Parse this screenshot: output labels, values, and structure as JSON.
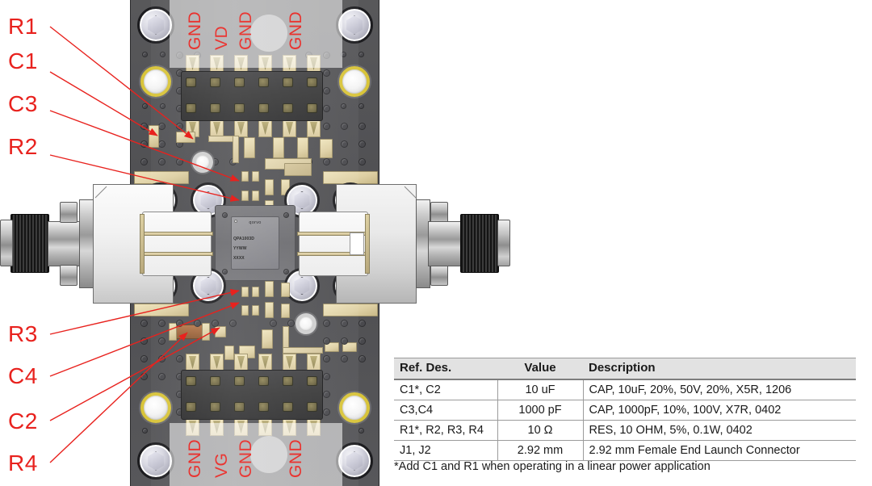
{
  "callouts": {
    "left_top": [
      {
        "id": "r1",
        "label": "R1"
      },
      {
        "id": "c1",
        "label": "C1"
      },
      {
        "id": "c3",
        "label": "C3"
      },
      {
        "id": "r2",
        "label": "R2"
      }
    ],
    "left_bottom": [
      {
        "id": "r3",
        "label": "R3"
      },
      {
        "id": "c4",
        "label": "C4"
      },
      {
        "id": "c2",
        "label": "C2"
      },
      {
        "id": "r4",
        "label": "R4"
      }
    ],
    "color": "#e8221e"
  },
  "board": {
    "top_pin_labels": [
      "GND",
      "VD",
      "GND",
      "GND"
    ],
    "bottom_pin_labels": [
      "GND",
      "VG",
      "GND",
      "GND"
    ],
    "chip": {
      "brand": "qorvo",
      "line1": "QPA1003D",
      "line2": "YYWW",
      "line3": "XXXX"
    }
  },
  "bom": {
    "columns": [
      "Ref. Des.",
      "Value",
      "Description"
    ],
    "rows": [
      {
        "ref": "C1*, C2",
        "value": "10 uF",
        "description": "CAP, 10uF, 20%, 50V, 20%, X5R, 1206"
      },
      {
        "ref": "C3,C4",
        "value": "1000 pF",
        "description": "CAP, 1000pF, 10%, 100V, X7R, 0402"
      },
      {
        "ref": "R1*, R2, R3, R4",
        "value": "10 Ω",
        "description": "RES, 10 OHM, 5%, 0.1W, 0402"
      },
      {
        "ref": "J1, J2",
        "value": "2.92 mm",
        "description": "2.92 mm Female End Launch Connector"
      }
    ],
    "footnote": "*Add C1 and R1 when operating in a linear power application"
  }
}
